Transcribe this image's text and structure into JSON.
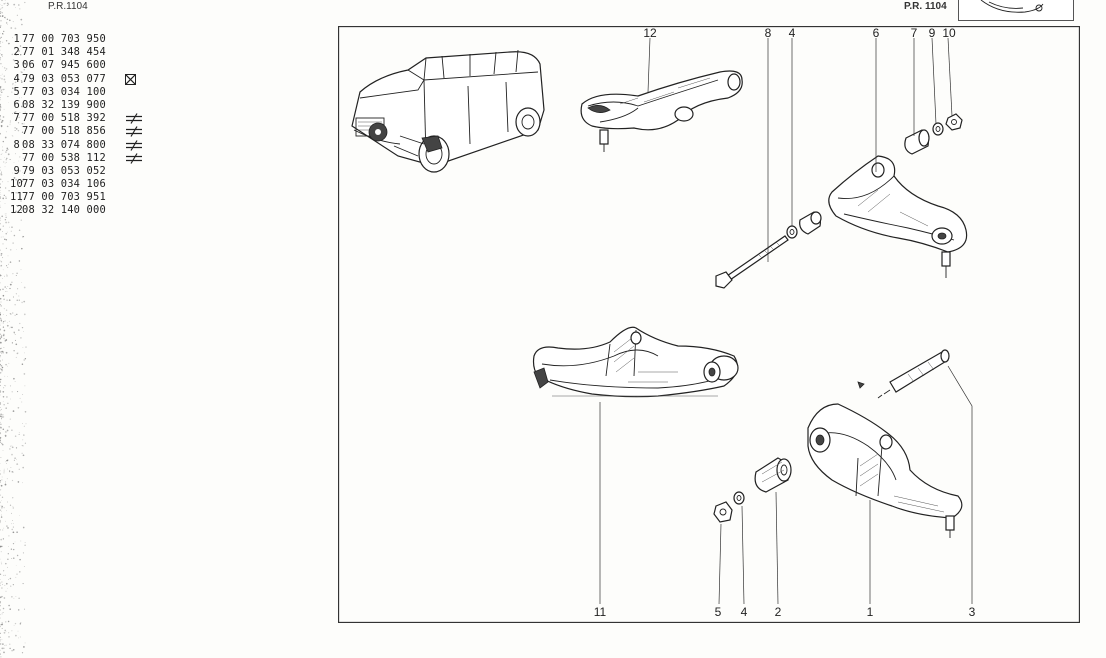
{
  "header": {
    "ref_left": "P.R.1104",
    "ref_right": "P.R. 1104"
  },
  "parts": [
    {
      "num": "1",
      "code": "77 00 703 950",
      "mark": "none"
    },
    {
      "num": "2",
      "code": "77 01 348 454",
      "mark": "none"
    },
    {
      "num": "3",
      "code": "06 07 945 600",
      "mark": "none"
    },
    {
      "num": "4",
      "code": "79 03 053 077",
      "mark": "boxed-x"
    },
    {
      "num": "5",
      "code": "77 03 034 100",
      "mark": "none"
    },
    {
      "num": "6",
      "code": "08 32 139 900",
      "mark": "none"
    },
    {
      "num": "7",
      "code": "77 00 518 392",
      "mark": "not-equal"
    },
    {
      "num": "",
      "code": "77 00 518 856",
      "mark": "not-equal"
    },
    {
      "num": "8",
      "code": "08 33 074 800",
      "mark": "not-equal"
    },
    {
      "num": "",
      "code": "77 00 538 112",
      "mark": "not-equal"
    },
    {
      "num": "9",
      "code": "79 03 053 052",
      "mark": "none"
    },
    {
      "num": "10",
      "code": "77 03 034 106",
      "mark": "none"
    },
    {
      "num": "11",
      "code": "77 00 703 951",
      "mark": "none"
    },
    {
      "num": "12",
      "code": "08 32 140 000",
      "mark": "none"
    }
  ],
  "callouts": {
    "c12": "12",
    "c8": "8",
    "c4top": "4",
    "c6": "6",
    "c7": "7",
    "c9": "9",
    "c10": "10",
    "c11": "11",
    "c5": "5",
    "c4bot": "4",
    "c2": "2",
    "c1": "1",
    "c3": "3"
  },
  "icons": {
    "boxed-x": "boxed-x-icon",
    "not-equal": "not-equal-icon"
  }
}
